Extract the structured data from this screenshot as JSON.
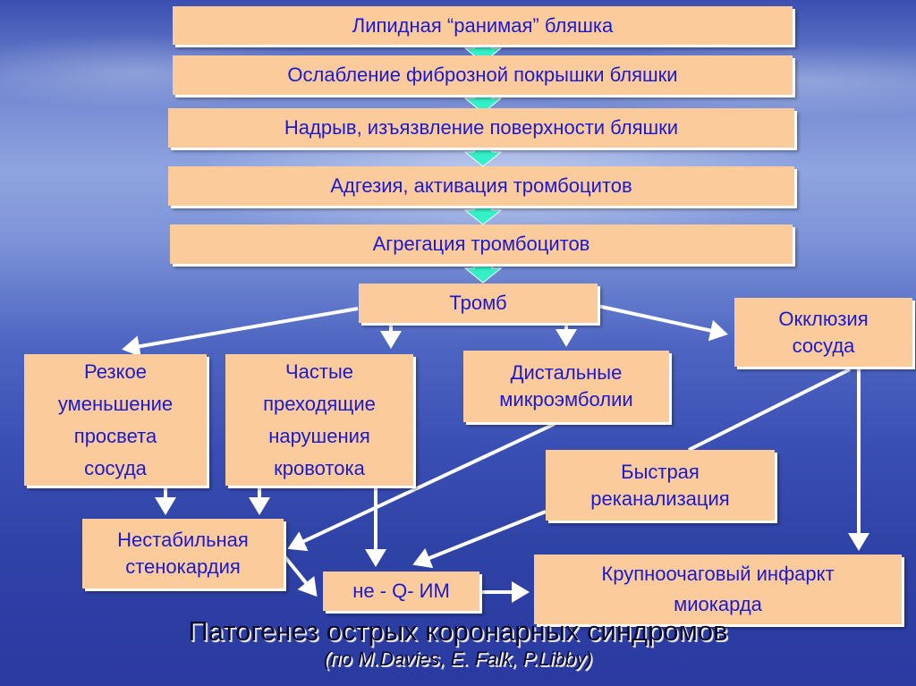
{
  "boxes": {
    "b1": "Липидная “ранимая” бляшка",
    "b2": "Ослабление фиброзной покрышки бляшки",
    "b3": "Надрыв, изъязвление поверхности бляшки",
    "b4": "Адгезия, активация тромбоцитов",
    "b5": "Агрегация тромбоцитов",
    "thrombus": "Тромб",
    "occlusion": "Окклюзия\nсосуда",
    "narrowing": "Резкое\nуменьшение\nпросвета\nсосуда",
    "flow": "Частые\nпреходящие\nнарушения\nкровотока",
    "microemboli": "Дистальные\nмикроэмболии",
    "recanalization": "Быстрая\nреканализация",
    "angina": "Нестабильная\nстенокардия",
    "nonq": "не - Q- ИМ",
    "infarct": "Крупноочаговый инфаркт\nмиокарда"
  },
  "title": "Патогенез острых коронарных синдромов",
  "subtitle": "(по M.Davies, E. Falk, P.Libby)",
  "colors": {
    "box": "#fccb9c",
    "text": "#1a1ad0",
    "green_arrow": "#33f0c8",
    "line": "#ffffff"
  }
}
